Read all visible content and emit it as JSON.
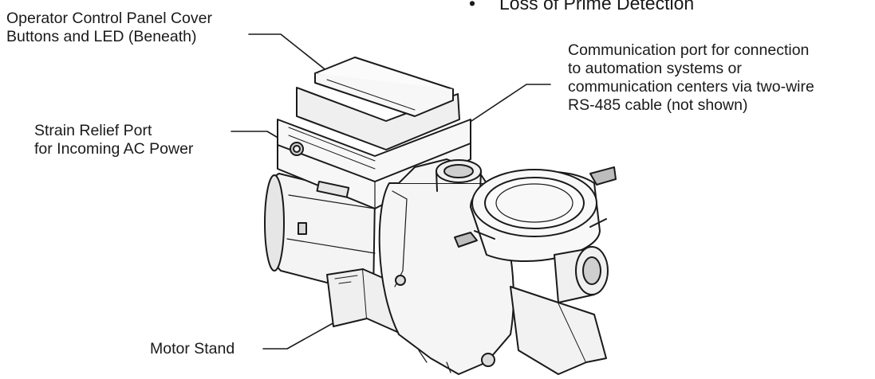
{
  "bullet": {
    "marker": "•",
    "text": "Loss of Prime Detection"
  },
  "callouts": {
    "control_panel": {
      "line1": "Operator Control Panel Cover",
      "line2": "Buttons and LED (Beneath)"
    },
    "strain_relief": {
      "line1": "Strain Relief Port",
      "line2": "for Incoming AC Power"
    },
    "comm_port": {
      "line1": "Communication port for connection",
      "line2": "to automation systems or",
      "line3": "communication centers via two-wire",
      "line4": "RS-485 cable (not shown)"
    },
    "motor_stand": {
      "line1": "Motor Stand"
    }
  },
  "colors": {
    "ink": "#1a1a1a",
    "body_fill": "#f4f4f4",
    "shade": "#d8d8d8"
  }
}
